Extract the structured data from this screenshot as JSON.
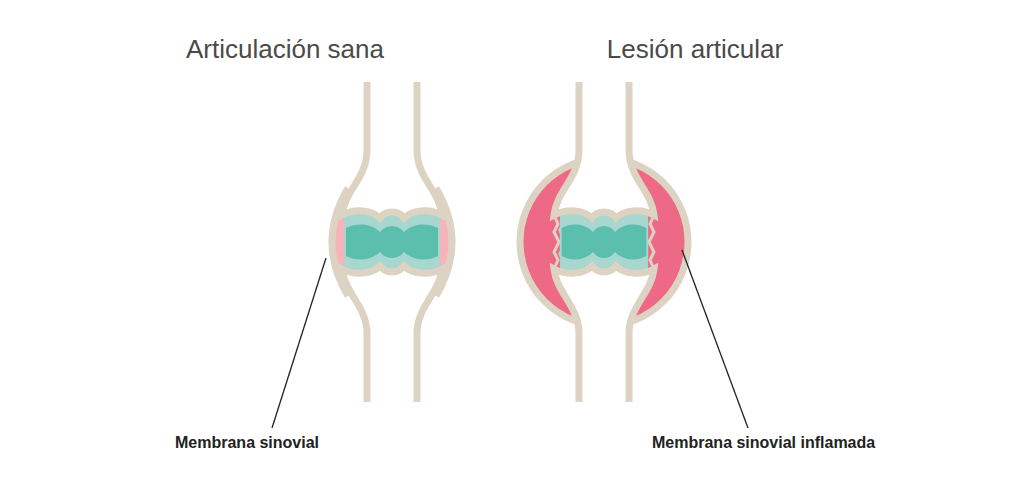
{
  "diagram": {
    "labels": [
      "Articulación sana",
      "Lesión articular",
      "Membrana sinovial",
      "Membrana sinovial inflamada"
    ]
  }
}
